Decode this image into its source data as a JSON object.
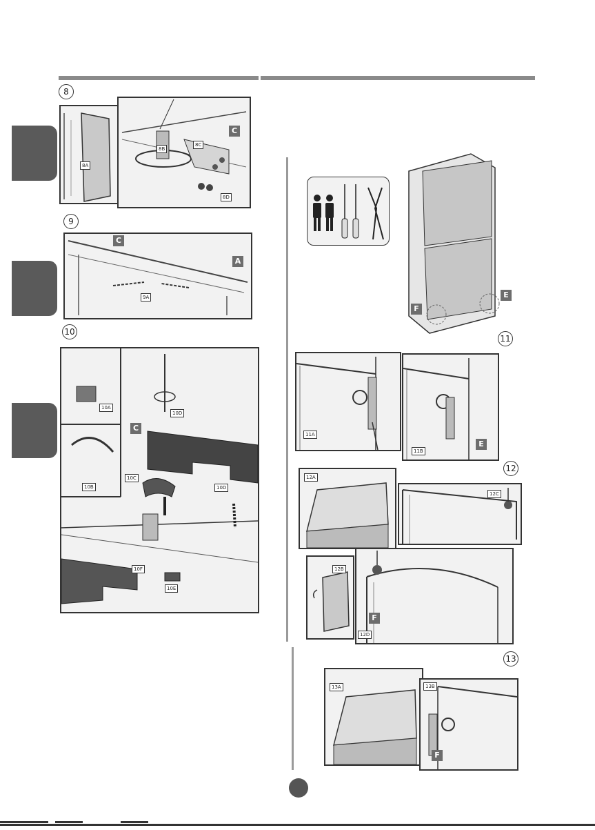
{
  "step8": {
    "number": "8",
    "labels": {
      "a": "8A",
      "b": "8B",
      "c": "8C",
      "d": "8D",
      "hinge": "C"
    }
  },
  "step9": {
    "number": "9",
    "labels": {
      "a": "9A",
      "top": "C",
      "side": "A"
    }
  },
  "step10": {
    "number": "10",
    "labels": {
      "a": "10A",
      "b": "10B",
      "c": "10C",
      "d": "10D",
      "d2": "10D",
      "e": "10E",
      "f": "10F",
      "hinge": "C"
    }
  },
  "step11": {
    "number": "11",
    "labels": {
      "a": "11A",
      "b": "11B",
      "f": "F",
      "e": "E",
      "e2": "E"
    }
  },
  "step12": {
    "number": "12",
    "labels": {
      "a": "12A",
      "b": "12B",
      "c": "12C",
      "d": "12D",
      "f": "F"
    }
  },
  "step13": {
    "number": "13",
    "labels": {
      "a": "13A",
      "b": "13B",
      "f": "F"
    }
  },
  "colors": {
    "tab": "#5a5a5a",
    "rule": "#8a8a8a",
    "letter_bg": "#6d6d6d"
  }
}
